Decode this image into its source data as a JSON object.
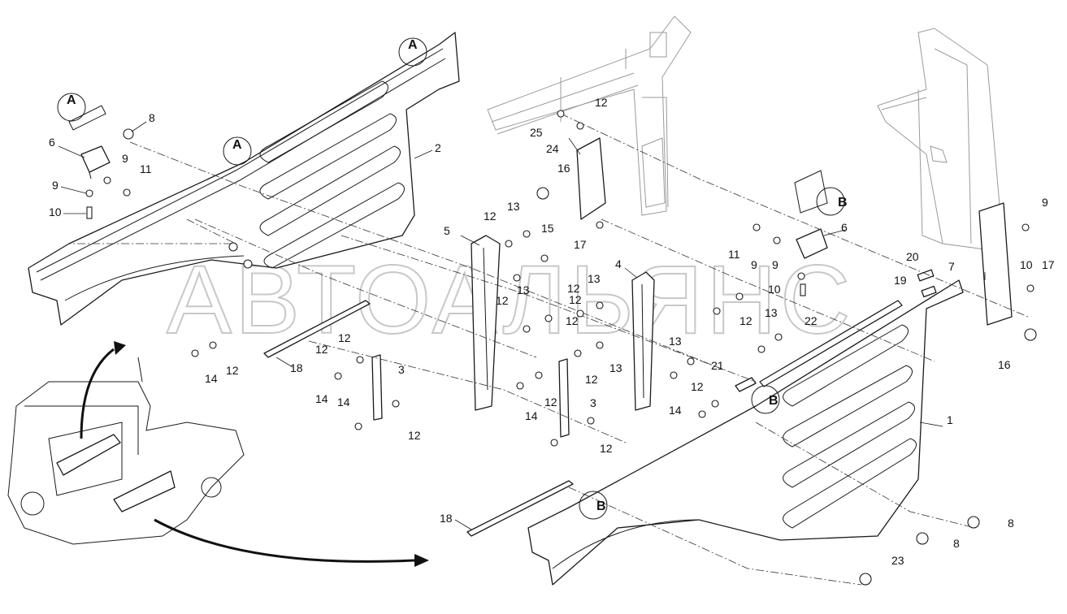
{
  "watermark": "АВТОАЛЬЯНС",
  "view_markers": [
    {
      "letter": "A"
    },
    {
      "letter": "A"
    },
    {
      "letter": "A"
    },
    {
      "letter": "B"
    },
    {
      "letter": "B"
    },
    {
      "letter": "B"
    }
  ],
  "callouts": [
    {
      "label": "8"
    },
    {
      "label": "6"
    },
    {
      "label": "9"
    },
    {
      "label": "11"
    },
    {
      "label": "9"
    },
    {
      "label": "10"
    },
    {
      "label": "2"
    },
    {
      "label": "12"
    },
    {
      "label": "25"
    },
    {
      "label": "24"
    },
    {
      "label": "16"
    },
    {
      "label": "17"
    },
    {
      "label": "12"
    },
    {
      "label": "13"
    },
    {
      "label": "5"
    },
    {
      "label": "15"
    },
    {
      "label": "4"
    },
    {
      "label": "12"
    },
    {
      "label": "13"
    },
    {
      "label": "12"
    },
    {
      "label": "13"
    },
    {
      "label": "12"
    },
    {
      "label": "14"
    },
    {
      "label": "12"
    },
    {
      "label": "18"
    },
    {
      "label": "12"
    },
    {
      "label": "14"
    },
    {
      "label": "3"
    },
    {
      "label": "14"
    },
    {
      "label": "12"
    },
    {
      "label": "12"
    },
    {
      "label": "13"
    },
    {
      "label": "12"
    },
    {
      "label": "12"
    },
    {
      "label": "3"
    },
    {
      "label": "14"
    },
    {
      "label": "12"
    },
    {
      "label": "13"
    },
    {
      "label": "12"
    },
    {
      "label": "14"
    },
    {
      "label": "21"
    },
    {
      "label": "11"
    },
    {
      "label": "9"
    },
    {
      "label": "9"
    },
    {
      "label": "10"
    },
    {
      "label": "6"
    },
    {
      "label": "12"
    },
    {
      "label": "13"
    },
    {
      "label": "22"
    },
    {
      "label": "20"
    },
    {
      "label": "7"
    },
    {
      "label": "19"
    },
    {
      "label": "9"
    },
    {
      "label": "10"
    },
    {
      "label": "17"
    },
    {
      "label": "16"
    },
    {
      "label": "1"
    },
    {
      "label": "18"
    },
    {
      "label": "8"
    },
    {
      "label": "8"
    },
    {
      "label": "23"
    },
    {
      "label": "12"
    }
  ]
}
